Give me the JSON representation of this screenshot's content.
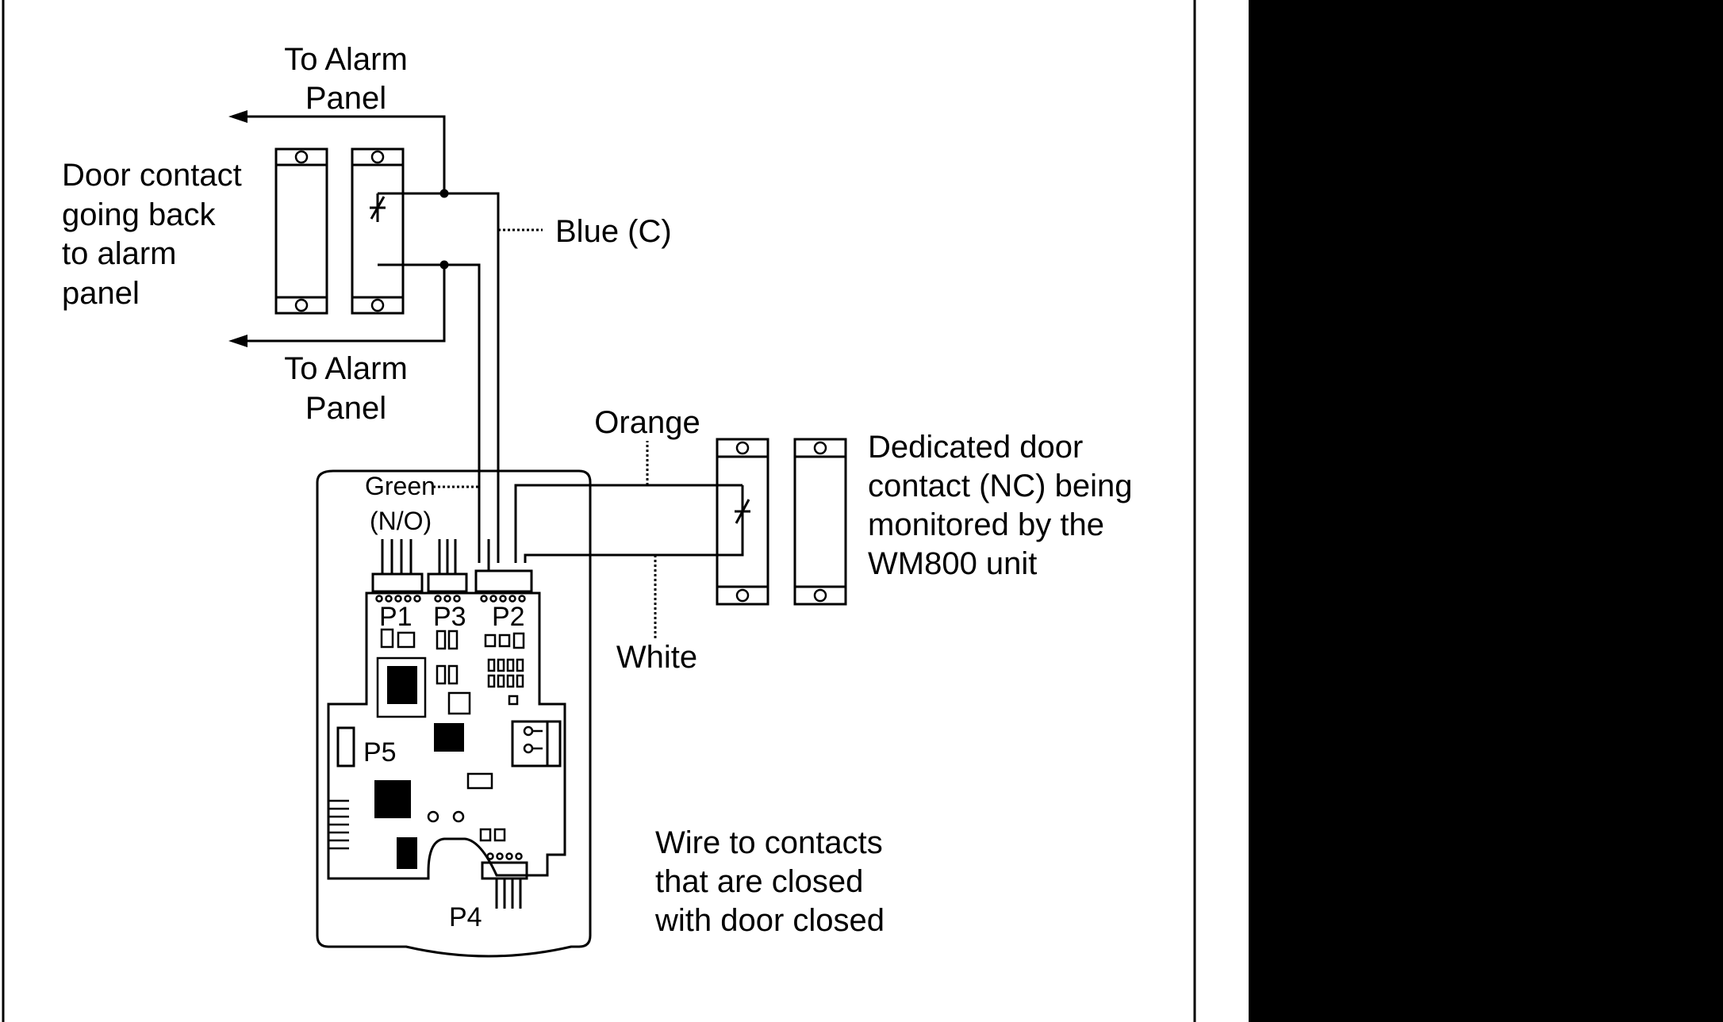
{
  "labels": {
    "to_alarm_panel_top": [
      "To Alarm",
      "Panel"
    ],
    "to_alarm_panel_bottom": [
      "To Alarm",
      "Panel"
    ],
    "door_contact_alarm": [
      "Door contact",
      "going back",
      "to alarm",
      "panel"
    ],
    "blue_wire": "Blue (C)",
    "orange_wire": "Orange",
    "white_wire": "White",
    "green_wire": [
      "Green",
      "(N/O)"
    ],
    "dedicated_contact": [
      "Dedicated door",
      "contact (NC) being",
      "monitored by the",
      "WM800 unit"
    ],
    "note": [
      "Wire to contacts",
      "that are closed",
      "with door closed"
    ],
    "ports": {
      "p1": "P1",
      "p3": "P3",
      "p2": "P2",
      "p5": "P5",
      "p4": "P4"
    }
  },
  "colors": {
    "ink": "#000000",
    "paper": "#ffffff",
    "right_panel": "#000000"
  }
}
